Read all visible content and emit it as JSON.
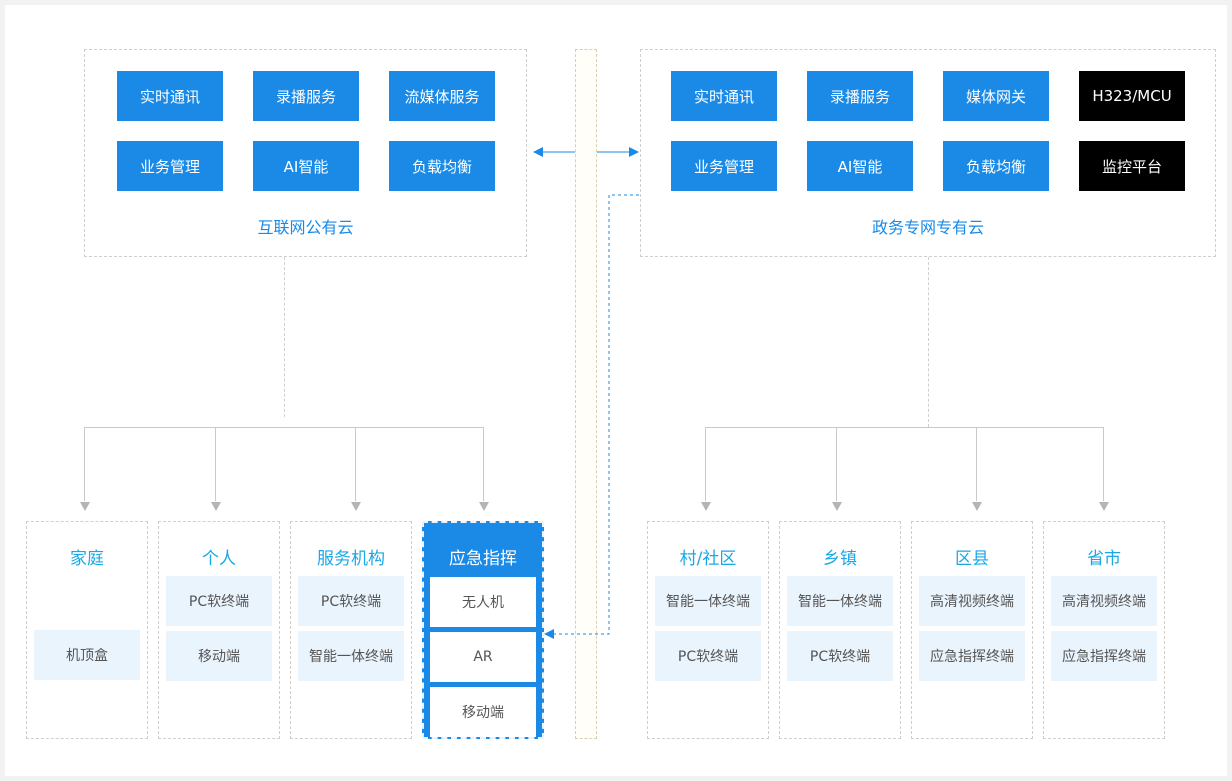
{
  "left_cloud": {
    "label": "互联网公有云",
    "services": [
      "实时通讯",
      "录播服务",
      "流媒体服务",
      "业务管理",
      "AI智能",
      "负载均衡"
    ]
  },
  "right_cloud": {
    "label": "政务专网专有云",
    "services": [
      "实时通讯",
      "录播服务",
      "媒体网关",
      "H323/MCU",
      "业务管理",
      "AI智能",
      "负载均衡",
      "监控平台"
    ]
  },
  "left_terminals": [
    {
      "title": "家庭",
      "items": [
        "机顶盒"
      ]
    },
    {
      "title": "个人",
      "items": [
        "PC软终端",
        "移动端"
      ]
    },
    {
      "title": "服务机构",
      "items": [
        "PC软终端",
        "智能一体终端"
      ]
    },
    {
      "title": "应急指挥",
      "items": [
        "无人机",
        "AR",
        "移动端"
      ]
    }
  ],
  "right_terminals": [
    {
      "title": "村/社区",
      "items": [
        "智能一体终端",
        "PC软终端"
      ]
    },
    {
      "title": "乡镇",
      "items": [
        "智能一体终端",
        "PC软终端"
      ]
    },
    {
      "title": "区县",
      "items": [
        "高清视频终端",
        "应急指挥终端"
      ]
    },
    {
      "title": "省市",
      "items": [
        "高清视频终端",
        "应急指挥终端"
      ]
    }
  ],
  "colors": {
    "accent": "#1a8ae6",
    "title": "#1aa7e6",
    "item_bg": "#eaf4fd",
    "dark": "#000000"
  }
}
